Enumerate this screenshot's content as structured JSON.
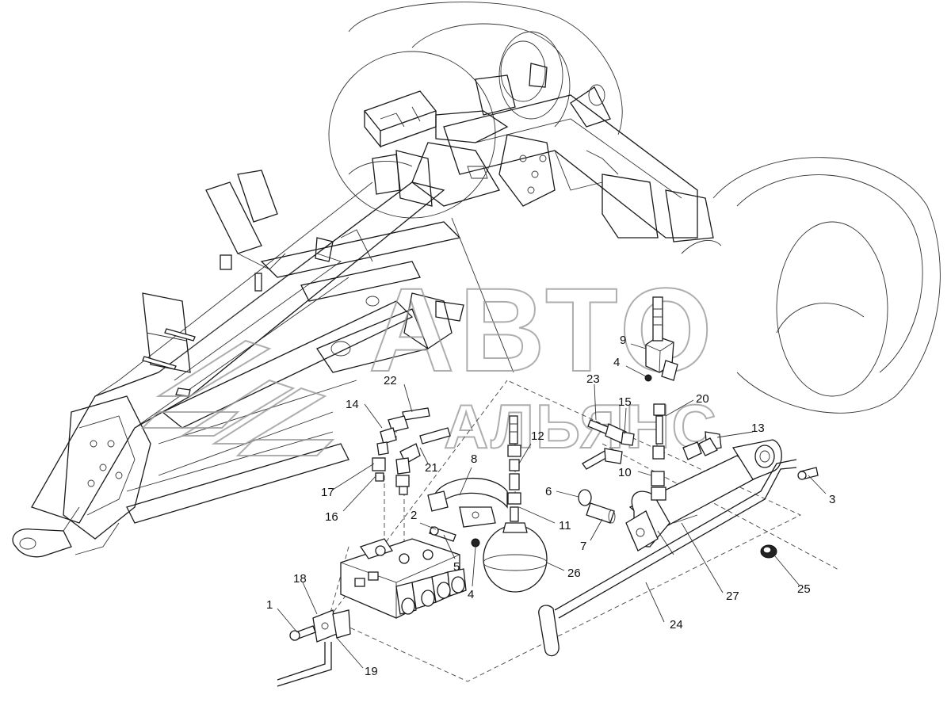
{
  "watermark": {
    "line1": "АВТО",
    "line2": "АЛЬЯНС",
    "color": "#9a9a9a"
  },
  "callouts": [
    {
      "id": "c1",
      "label": "1"
    },
    {
      "id": "c2",
      "label": "2"
    },
    {
      "id": "c3",
      "label": "3"
    },
    {
      "id": "c4a",
      "label": "4"
    },
    {
      "id": "c4b",
      "label": "4"
    },
    {
      "id": "c5",
      "label": "5"
    },
    {
      "id": "c6",
      "label": "6"
    },
    {
      "id": "c7",
      "label": "7"
    },
    {
      "id": "c8",
      "label": "8"
    },
    {
      "id": "c9",
      "label": "9"
    },
    {
      "id": "c10",
      "label": "10"
    },
    {
      "id": "c11",
      "label": "11"
    },
    {
      "id": "c12",
      "label": "12"
    },
    {
      "id": "c13",
      "label": "13"
    },
    {
      "id": "c14",
      "label": "14"
    },
    {
      "id": "c15",
      "label": "15"
    },
    {
      "id": "c16",
      "label": "16"
    },
    {
      "id": "c17",
      "label": "17"
    },
    {
      "id": "c18",
      "label": "18"
    },
    {
      "id": "c19",
      "label": "19"
    },
    {
      "id": "c20",
      "label": "20"
    },
    {
      "id": "c21",
      "label": "21"
    },
    {
      "id": "c22",
      "label": "22"
    },
    {
      "id": "c23",
      "label": "23"
    },
    {
      "id": "c24",
      "label": "24"
    },
    {
      "id": "c25",
      "label": "25"
    },
    {
      "id": "c26",
      "label": "26"
    },
    {
      "id": "c27",
      "label": "27"
    }
  ]
}
